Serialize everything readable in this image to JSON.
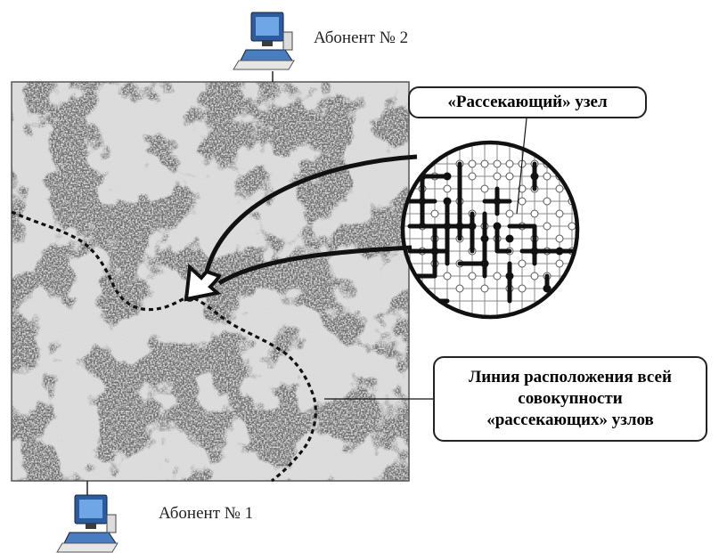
{
  "labels": {
    "subscriber_2": "Абонент № 2",
    "subscriber_1": "Абонент № 1",
    "cut_node_callout": "«Рассекающий» узел",
    "cut_line_callout": [
      "Линия расположения всей",
      "совокупности",
      "«рассекающих» узлов"
    ]
  },
  "icons": {
    "computer": "computer-icon",
    "arrow": "curved-arrow-icon"
  },
  "colors": {
    "cluster_dark": "#4a4a4a",
    "cluster_light": "#c9c9c9",
    "background_field": "#d9d9d9",
    "line": "#111111"
  }
}
